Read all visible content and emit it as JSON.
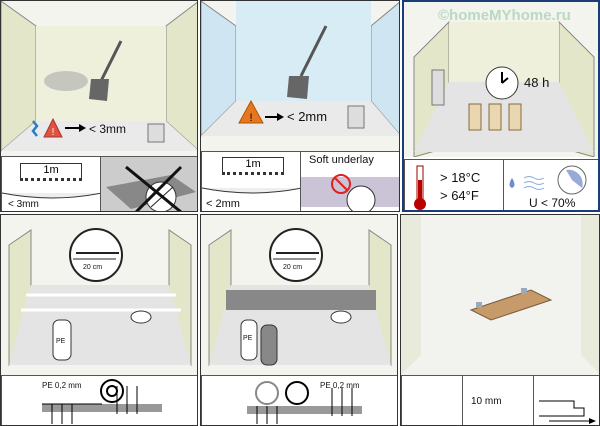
{
  "watermark": "©homeMYhome.ru",
  "panels": {
    "clean": {
      "tolerance": "< 3mm",
      "ruler": "1m",
      "gap": "< 3mm"
    },
    "level": {
      "tolerance": "< 2mm",
      "ruler": "1m",
      "gap": "< 2mm",
      "underlay": "Soft underlay"
    },
    "acclimate": {
      "time": "48 h",
      "temp_c": "> 18°C",
      "temp_f": "> 64°F",
      "humidity": "U < 70%"
    },
    "film": {
      "overlap": "20 cm",
      "roll": "PE",
      "film": "PE 0,2 mm"
    },
    "film2": {
      "overlap": "20 cm",
      "roll": "PE",
      "film": "PE 0,2 mm"
    },
    "gap": {
      "gap": "10 mm"
    }
  },
  "colors": {
    "warning_red": "#e0533c",
    "warning_orange": "#e8761e",
    "wall_green": "#e3e6c8",
    "wall_blue": "#cfe6f2",
    "frame_blue": "#1a3d7a"
  }
}
